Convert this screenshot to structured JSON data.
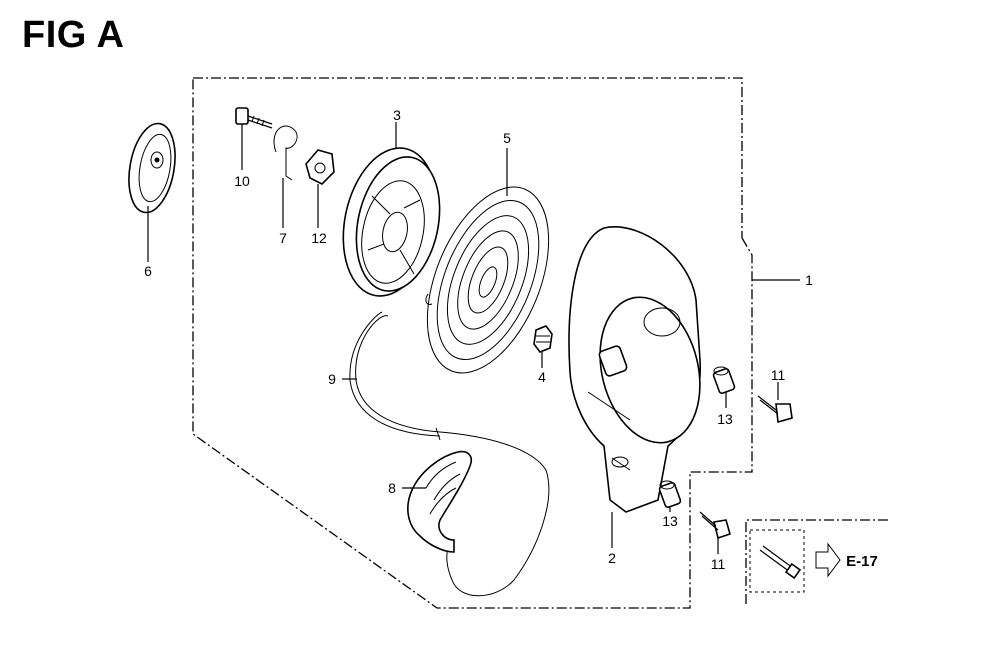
{
  "figure": {
    "title": "FIG A"
  },
  "callouts": {
    "c1": "1",
    "c2": "2",
    "c3": "3",
    "c4": "4",
    "c5": "5",
    "c6": "6",
    "c7": "7",
    "c8": "8",
    "c9": "9",
    "c10": "10",
    "c11a": "11",
    "c11b": "11",
    "c12": "12",
    "c13a": "13",
    "c13b": "13"
  },
  "reference": {
    "label": "E-17"
  }
}
